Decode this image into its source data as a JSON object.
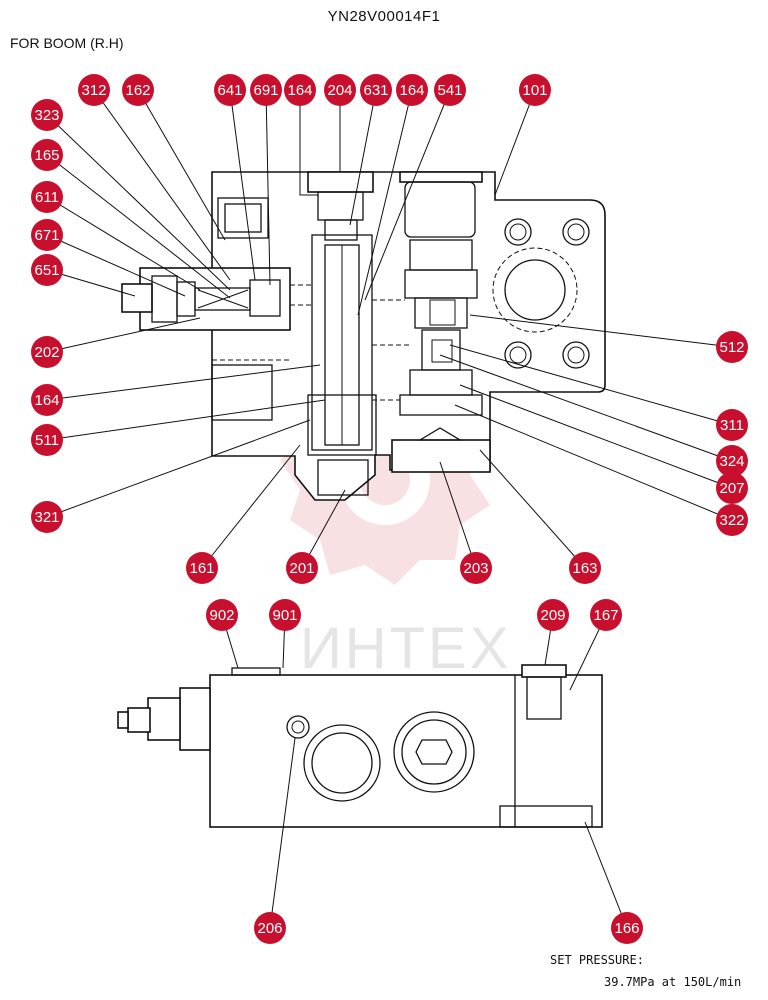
{
  "title": "YN28V00014F1",
  "subtitle": "FOR  BOOM (R.H)",
  "watermark": "ИНТЕХ",
  "set_pressure_label": "SET PRESSURE:",
  "set_pressure_value": "39.7MPa  at  150L/min",
  "colors": {
    "callout": "#c8102e",
    "watermark": "#f3c9cc",
    "line": "#111111"
  },
  "callouts": [
    {
      "id": "c312",
      "text": "312"
    },
    {
      "id": "c162",
      "text": "162"
    },
    {
      "id": "c641",
      "text": "641"
    },
    {
      "id": "c691",
      "text": "691"
    },
    {
      "id": "c164a",
      "text": "164"
    },
    {
      "id": "c204",
      "text": "204"
    },
    {
      "id": "c631",
      "text": "631"
    },
    {
      "id": "c164b",
      "text": "164"
    },
    {
      "id": "c541",
      "text": "541"
    },
    {
      "id": "c101",
      "text": "101"
    },
    {
      "id": "c323",
      "text": "323"
    },
    {
      "id": "c165",
      "text": "165"
    },
    {
      "id": "c611",
      "text": "611"
    },
    {
      "id": "c671",
      "text": "671"
    },
    {
      "id": "c651",
      "text": "651"
    },
    {
      "id": "c202",
      "text": "202"
    },
    {
      "id": "c164c",
      "text": "164"
    },
    {
      "id": "c511",
      "text": "511"
    },
    {
      "id": "c321",
      "text": "321"
    },
    {
      "id": "c512",
      "text": "512"
    },
    {
      "id": "c311",
      "text": "311"
    },
    {
      "id": "c324",
      "text": "324"
    },
    {
      "id": "c207",
      "text": "207"
    },
    {
      "id": "c322",
      "text": "322"
    },
    {
      "id": "c161",
      "text": "161"
    },
    {
      "id": "c201",
      "text": "201"
    },
    {
      "id": "c203",
      "text": "203"
    },
    {
      "id": "c163",
      "text": "163"
    },
    {
      "id": "c902",
      "text": "902"
    },
    {
      "id": "c901",
      "text": "901"
    },
    {
      "id": "c209",
      "text": "209"
    },
    {
      "id": "c167",
      "text": "167"
    },
    {
      "id": "c206",
      "text": "206"
    },
    {
      "id": "c166",
      "text": "166"
    }
  ]
}
